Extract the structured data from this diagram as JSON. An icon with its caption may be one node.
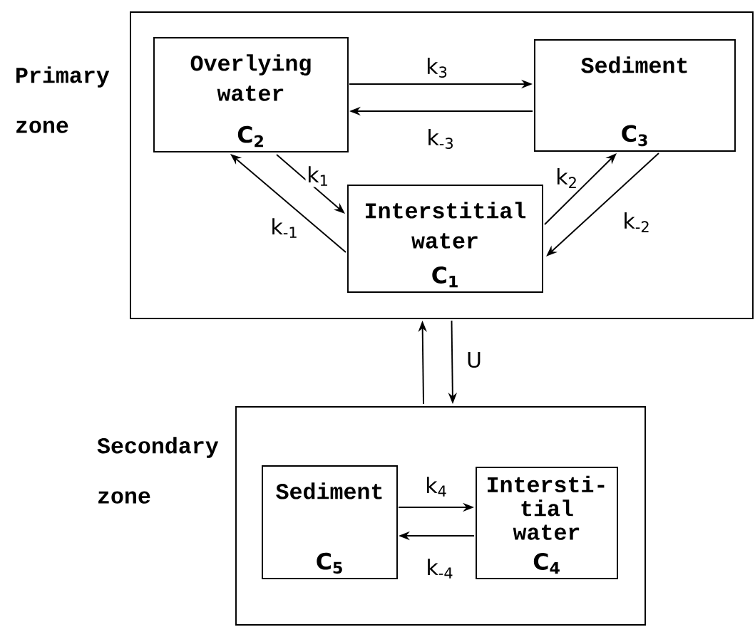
{
  "diagram": {
    "nodes": [
      {
        "text": [
          "Primary zone"
        ]
      },
      {
        "text": [
          "Overlying water",
          "C$_{2}$"
        ],
        "in": 0
      },
      {
        "text": [
          "Sediment",
          "C$_{3}$"
        ],
        "in": 0
      },
      {
        "text": [
          "Interstitial water",
          "C$_{1}$"
        ],
        "in": 0
      },
      {
        "text": [
          "Secondary zone"
        ]
      },
      {
        "text": [
          "Sediment",
          "C$_{5}$"
        ],
        "in": 4
      },
      {
        "text": [
          "Intersti- tial water",
          "C$_{4}$"
        ],
        "in": 4
      }
    ],
    "edges": [
      {
        "from": 1,
        "to": 2,
        "arrow": "to",
        "label": "k$_{3}$"
      },
      {
        "from": 2,
        "to": 1,
        "arrow": "to",
        "label": "k$_{-3}$"
      },
      {
        "from": 1,
        "to": 3,
        "arrow": "to",
        "label": "k$_{1}$"
      },
      {
        "from": 3,
        "to": 1,
        "arrow": "to",
        "label": "k$_{-1}$"
      },
      {
        "from": 3,
        "to": 2,
        "arrow": "to",
        "label": "k$_{2}$"
      },
      {
        "from": 2,
        "to": 3,
        "arrow": "to",
        "label": "k$_{-2}$"
      },
      {
        "from": 4,
        "to": 0,
        "arrow": "to"
      },
      {
        "from": 0,
        "to": 4,
        "arrow": "to",
        "label": "U"
      },
      {
        "from": 5,
        "to": 6,
        "arrow": "to",
        "label": "k$_{4}$"
      },
      {
        "from": 6,
        "to": 5,
        "arrow": "to",
        "label": "k$_{-4}$"
      }
    ]
  }
}
